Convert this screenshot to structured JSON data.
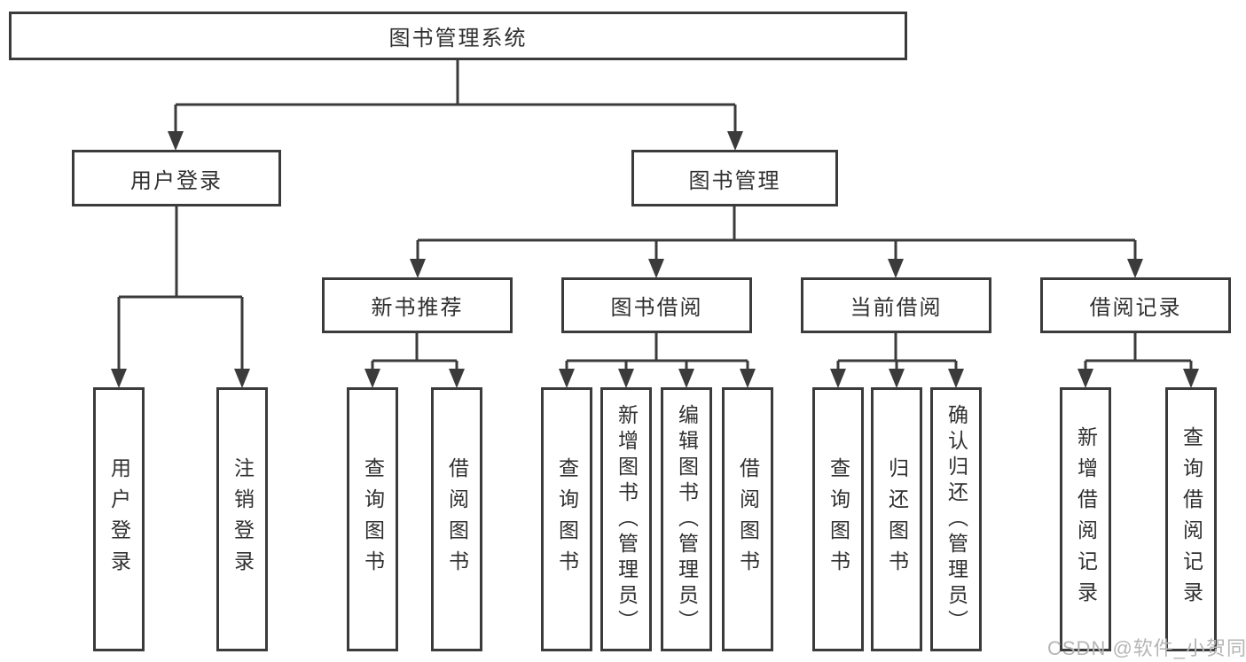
{
  "diagram": {
    "title": "图书管理系统",
    "branches": [
      {
        "label": "用户登录",
        "children": [
          {
            "label": "用户登录"
          },
          {
            "label": "注销登录"
          }
        ]
      },
      {
        "label": "图书管理",
        "children": [
          {
            "label": "新书推荐",
            "children": [
              {
                "label": "查询图书"
              },
              {
                "label": "借阅图书"
              }
            ]
          },
          {
            "label": "图书借阅",
            "children": [
              {
                "label": "查询图书"
              },
              {
                "label": "新增图书（管理员）"
              },
              {
                "label": "编辑图书（管理员）"
              },
              {
                "label": "借阅图书"
              }
            ]
          },
          {
            "label": "当前借阅",
            "children": [
              {
                "label": "查询图书"
              },
              {
                "label": "归还图书"
              },
              {
                "label": "确认归还（管理员）"
              }
            ]
          },
          {
            "label": "借阅记录",
            "children": [
              {
                "label": "新增借阅记录"
              },
              {
                "label": "查询借阅记录"
              }
            ]
          }
        ]
      }
    ]
  },
  "watermark": {
    "text": "CSDN @软件_小贺同学"
  },
  "colors": {
    "background": "#ffffff",
    "line": "#3b3b3b",
    "box_border": "#3b3b3b",
    "text": "#303030",
    "watermark": "#b5b5b5"
  }
}
